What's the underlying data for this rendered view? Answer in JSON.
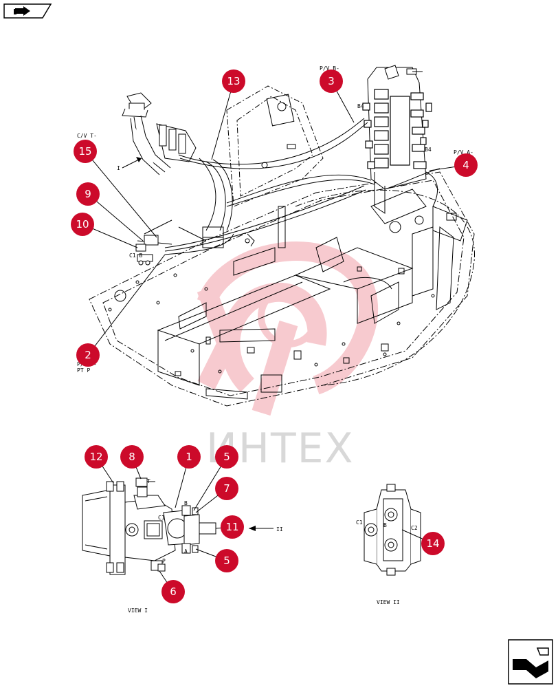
{
  "watermark": {
    "text": "ИНТЕХ"
  },
  "callouts": [
    {
      "id": "1",
      "label": "1"
    },
    {
      "id": "2",
      "label": "2"
    },
    {
      "id": "3",
      "label": "3"
    },
    {
      "id": "4",
      "label": "4"
    },
    {
      "id": "5a",
      "label": "5"
    },
    {
      "id": "5b",
      "label": "5"
    },
    {
      "id": "6",
      "label": "6"
    },
    {
      "id": "7",
      "label": "7"
    },
    {
      "id": "8",
      "label": "8"
    },
    {
      "id": "9",
      "label": "9"
    },
    {
      "id": "10",
      "label": "10"
    },
    {
      "id": "11",
      "label": "11"
    },
    {
      "id": "12",
      "label": "12"
    },
    {
      "id": "13",
      "label": "13"
    },
    {
      "id": "14",
      "label": "14"
    },
    {
      "id": "15",
      "label": "15"
    }
  ],
  "labels": {
    "pv_b": "P/V B-",
    "pv_a": "P/V A-",
    "pp": "P/V P-",
    "pt_p": "PT P",
    "cv_t": "C/V T-",
    "c1_b": "C1 B",
    "c1": "C1",
    "b": "B",
    "a": "A",
    "t": "T",
    "p": "P",
    "c2": "C2",
    "c1_view2": "C1",
    "b_view2": "B",
    "b4a": "B4",
    "b4b": "B4",
    "view1_marker": "I",
    "view2_marker": "II"
  },
  "captions": {
    "view1": "VIEW I",
    "view2": "VIEW II"
  },
  "colors": {
    "callout": "#cc0a2a",
    "watermark": "#f2a0a8"
  }
}
